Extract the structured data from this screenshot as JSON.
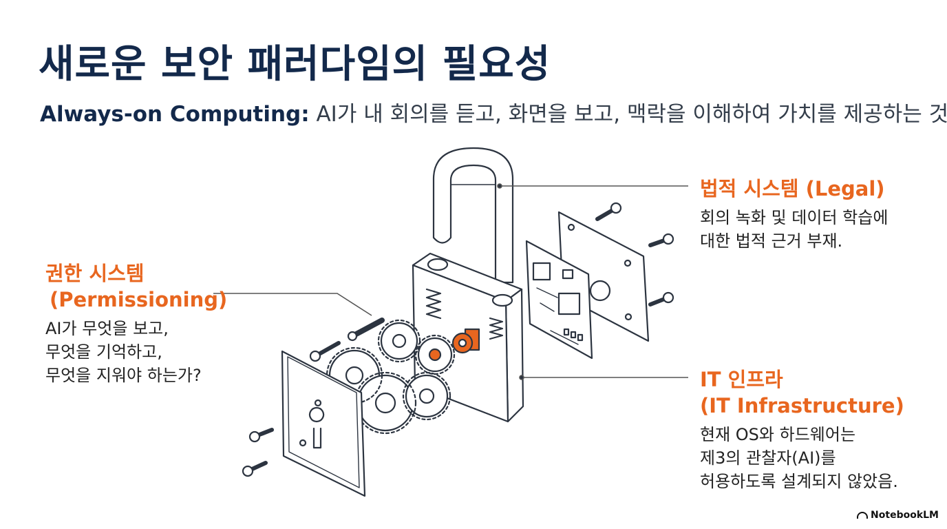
{
  "header": {
    "title": "새로운 보안 패러다임의 필요성",
    "subtitle_lead": "Always-on Computing:",
    "subtitle_rest": " AI가 내 회의를 듣고, 화면을 보고, 맥락을 이해하여 가치를 제공하는 것."
  },
  "callouts": {
    "legal": {
      "heading": "법적 시스템 (Legal)",
      "lines": [
        "회의 녹화 및 데이터 학습에",
        "대한 법적 근거 부재."
      ]
    },
    "permissioning": {
      "heading_line1": "권한 시스템",
      "heading_line2": "(Permissioning)",
      "lines": [
        "AI가 무엇을 보고,",
        "무엇을 기억하고,",
        "무엇을 지워야 하는가?"
      ]
    },
    "it_infra": {
      "heading_line1": "IT 인프라",
      "heading_line2": "(IT Infrastructure)",
      "lines": [
        "현재 OS와 하드웨어는",
        "제3의 관찰자(AI)를",
        "허용하도록 설계되지 않았음."
      ]
    }
  },
  "diagram": {
    "subject": "exploded-padlock",
    "accent_color": "#e8661f",
    "line_color": "#2c3440"
  },
  "brand": {
    "label": "NotebookLM"
  }
}
